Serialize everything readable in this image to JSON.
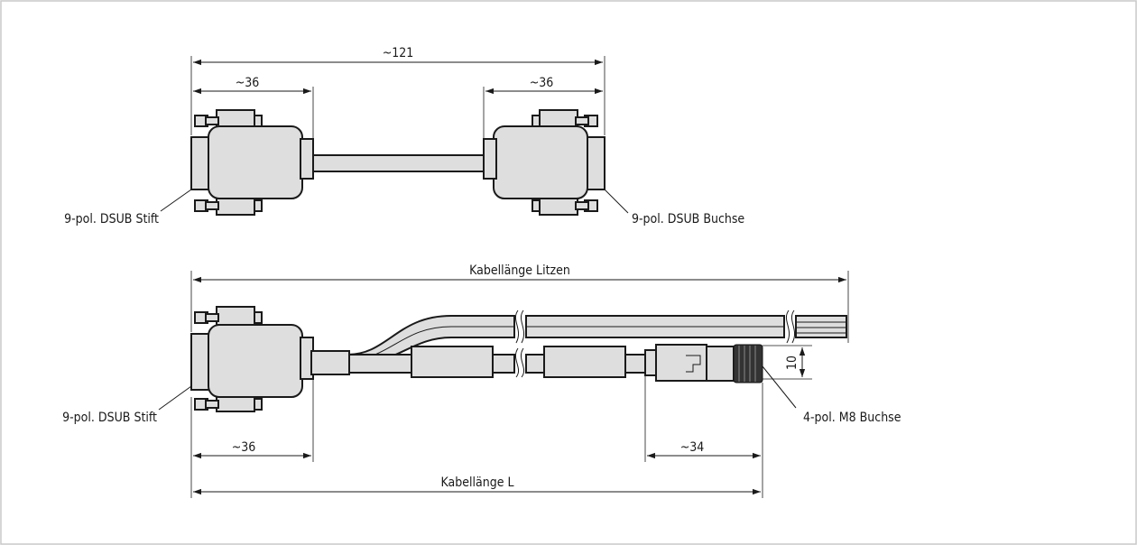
{
  "top_cable": {
    "overall_length_label": "~121",
    "left_connector_width_label": "~36",
    "right_connector_width_label": "~36",
    "left_connector_label": "9-pol. DSUB Stift",
    "right_connector_label": "9-pol. DSUB Buchse"
  },
  "bottom_cable": {
    "strand_length_label": "Kabellänge Litzen",
    "connector_label": "9-pol. DSUB Stift",
    "m8_label": "4-pol. M8 Buchse",
    "left_connector_width_label": "~36",
    "m8_length_label": "~34",
    "m8_diameter_label": "10",
    "cable_length_label": "Kabellänge L"
  }
}
